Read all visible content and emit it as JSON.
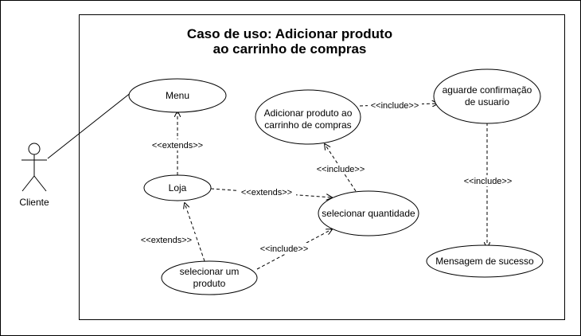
{
  "diagram": {
    "title_line1": "Caso de uso: Adicionar produto",
    "title_line2": "ao carrinho de compras",
    "actor": {
      "label": "Cliente"
    },
    "use_cases": {
      "menu": {
        "label": "Menu"
      },
      "loja": {
        "label": "Loja"
      },
      "selecionar_produto": {
        "line1": "selecionar um",
        "line2": "produto"
      },
      "adicionar_produto": {
        "line1": "Adicionar produto ao",
        "line2": "carrinho de compras"
      },
      "selecionar_quantidade": {
        "label": "selecionar quantidade"
      },
      "aguarde_confirmacao": {
        "line1": "aguarde confirmação",
        "line2": "de usuario"
      },
      "mensagem_sucesso": {
        "label": "Mensagem de sucesso"
      }
    },
    "relations": {
      "loja_menu": "<<extends>>",
      "loja_quantidade": "<<extends>>",
      "produto_loja": "<<extends>>",
      "produto_quantidade": "<<include>>",
      "quantidade_adicionar": "<<include>>",
      "adicionar_aguarde": "<<include>>",
      "aguarde_mensagem": "<<include>>"
    }
  }
}
